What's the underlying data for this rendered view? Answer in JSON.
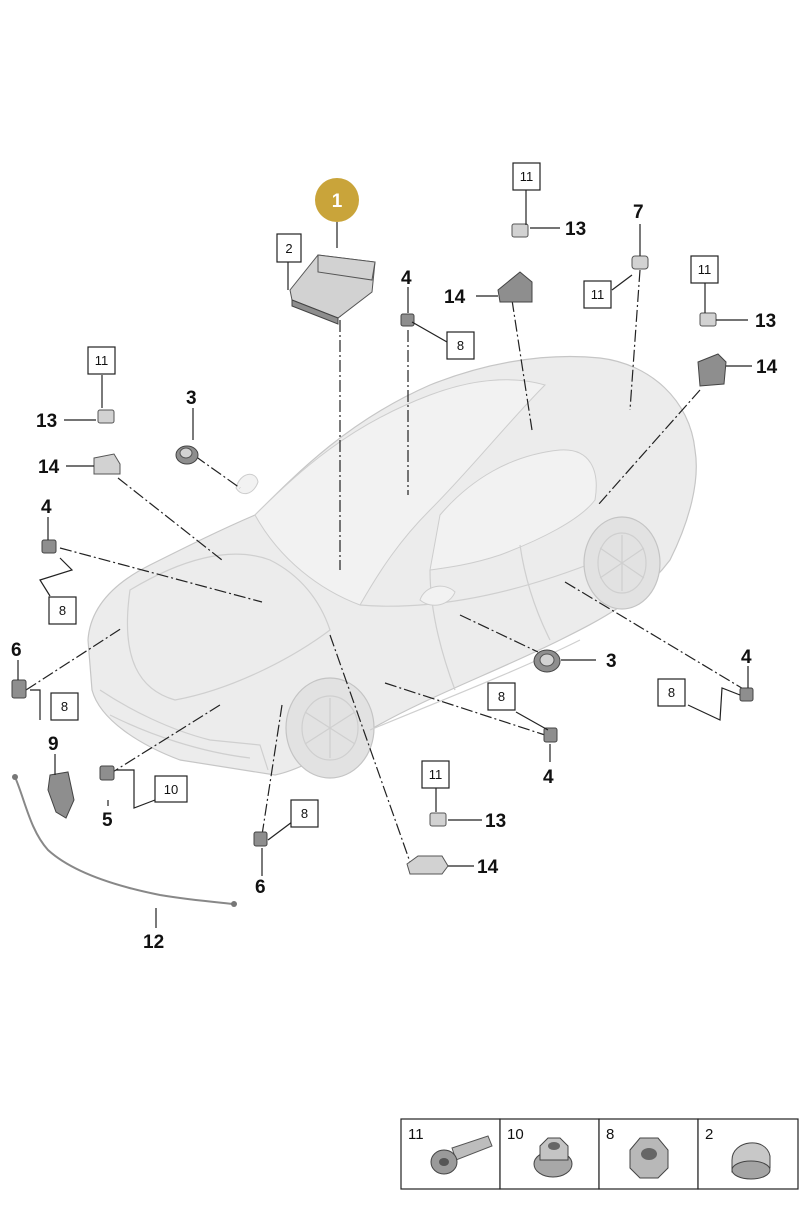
{
  "callouts": {
    "main": "1",
    "c2": "2",
    "c3a": "3",
    "c3b": "3",
    "c4a": "4",
    "c4b": "4",
    "c4c": "4",
    "c4d": "4",
    "c5": "5",
    "c6a": "6",
    "c6b": "6",
    "c7": "7",
    "c8a": "8",
    "c8b": "8",
    "c8c": "8",
    "c8d": "8",
    "c8e": "8",
    "c8f": "8",
    "c9": "9",
    "c10": "10",
    "c11a": "11",
    "c11b": "11",
    "c11c": "11",
    "c11d": "11",
    "c11e": "11",
    "c12": "12",
    "c13a": "13",
    "c13b": "13",
    "c13c": "13",
    "c13d": "13",
    "c14a": "14",
    "c14b": "14",
    "c14c": "14",
    "c14d": "14"
  },
  "legend": {
    "items": [
      {
        "number": "11",
        "icon": "bolt-icon"
      },
      {
        "number": "10",
        "icon": "flange-nut-icon"
      },
      {
        "number": "8",
        "icon": "hex-nut-icon"
      },
      {
        "number": "2",
        "icon": "cap-nut-icon"
      }
    ]
  },
  "colors": {
    "highlight_badge": "#c9a43a",
    "car_body": "#ececec"
  }
}
